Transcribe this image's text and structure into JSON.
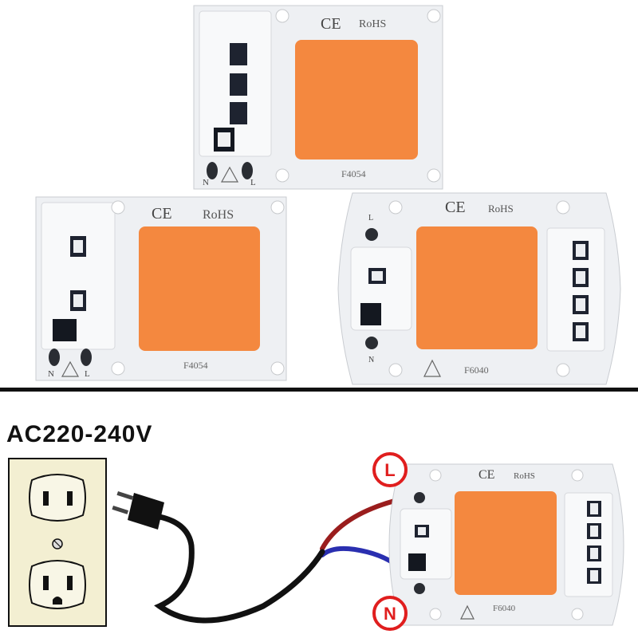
{
  "modules": [
    {
      "id": "top",
      "certification_ce": "CE",
      "certification_rohs": "RoHS",
      "model": "F4054",
      "terminal_n": "N",
      "terminal_l": "L"
    },
    {
      "id": "left",
      "certification_ce": "CE",
      "certification_rohs": "RoHS",
      "model": "F4054",
      "terminal_n": "N",
      "terminal_l": "L"
    },
    {
      "id": "right",
      "certification_ce": "CE",
      "certification_rohs": "RoHS",
      "model": "F6040",
      "terminal_n": "N",
      "terminal_l": "L"
    }
  ],
  "wiring": {
    "voltage_label": "AC220-240V",
    "module": {
      "certification_ce": "CE",
      "certification_rohs": "RoHS",
      "model": "F6040"
    },
    "badge_l": "L",
    "badge_n": "N",
    "colors": {
      "live_wire": "#9a1d1d",
      "neutral_wire": "#2a2fb0",
      "cable": "#111111",
      "badge": "#e01e1e"
    }
  },
  "colors": {
    "led_chip": "#f4883f",
    "board": "#f2f4f6",
    "outlet_plate": "#f3efd2"
  }
}
